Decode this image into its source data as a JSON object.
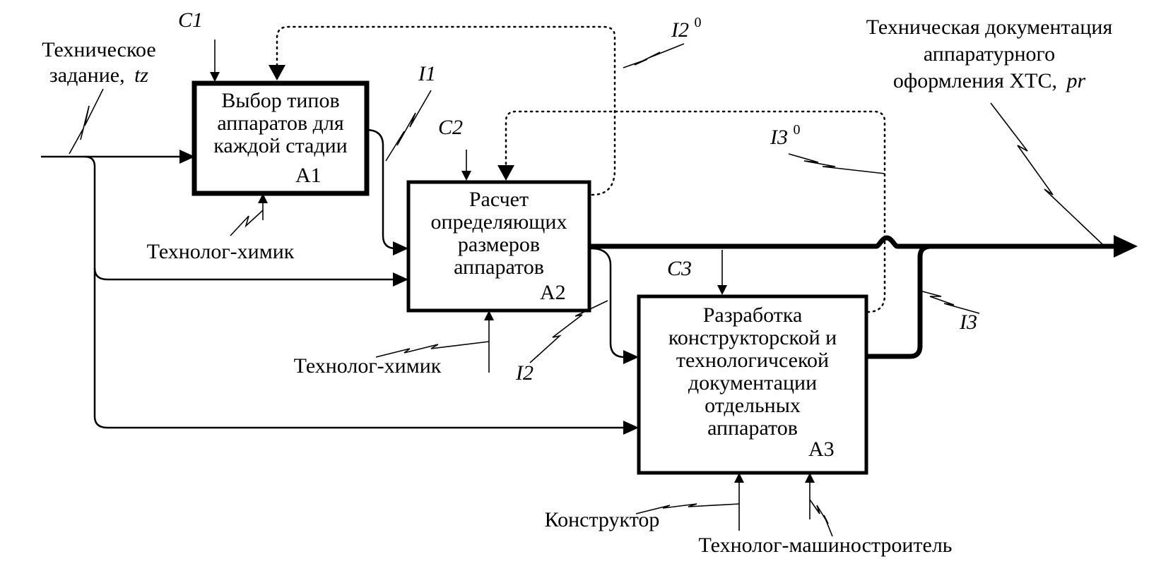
{
  "blocks": {
    "a1": {
      "lines": [
        "Выбор типов",
        "аппаратов для",
        "каждой стадии"
      ],
      "code": "А1"
    },
    "a2": {
      "lines": [
        "Расчет",
        "определяющих",
        "размеров",
        "аппаратов"
      ],
      "code": "А2"
    },
    "a3": {
      "lines": [
        "Разработка",
        "конструкторской и",
        "технологичсекой",
        "документации",
        "отдельных",
        "аппаратов"
      ],
      "code": "А3"
    }
  },
  "input": {
    "lines": [
      "Техническое",
      "задание,"
    ],
    "code": "tz"
  },
  "output": {
    "lines": [
      "Техническая документация",
      "аппаратурного",
      "оформления ХТС,"
    ],
    "code": "pr"
  },
  "controls": {
    "c1": "C1",
    "c2": "C2",
    "c3": "C3"
  },
  "flows": {
    "i1": "I1",
    "i2": "I2",
    "i3": "I3",
    "i2_0": "I2",
    "i3_0": "I3",
    "superscript": "0"
  },
  "mechanisms": {
    "m1": "Технолог-химик",
    "m2": "Технолог-химик",
    "m3": "Конструктор",
    "m4": "Технолог-машиностроитель"
  }
}
